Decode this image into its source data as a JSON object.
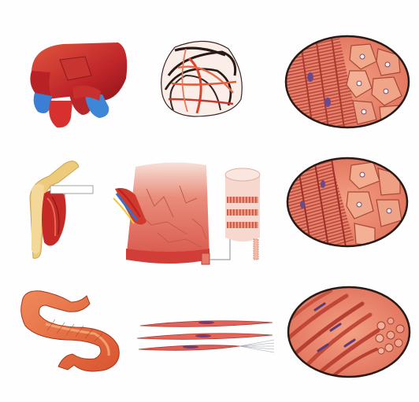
{
  "figure": {
    "rows": [
      {
        "row": "cardiac",
        "panels": [
          "heart",
          "heart-fibers-diagram",
          "cardiac-tissue-micrograph"
        ]
      },
      {
        "row": "skeletal",
        "panels": [
          "arm-bone-and-muscle",
          "muscle-fascicle-block",
          "skeletal-tissue-micrograph"
        ]
      },
      {
        "row": "smooth",
        "panels": [
          "stomach",
          "smooth-muscle-cells",
          "smooth-tissue-micrograph"
        ]
      }
    ]
  },
  "colors": {
    "background": "#fefefe",
    "muscle_red": "#d8403a",
    "dark_red": "#9c1e1e",
    "flesh": "#f0a898",
    "pale_flesh": "#f9d7cc",
    "vein_blue": "#3e86d6",
    "bone": "#eecb7a",
    "outline": "#2a1a16"
  }
}
